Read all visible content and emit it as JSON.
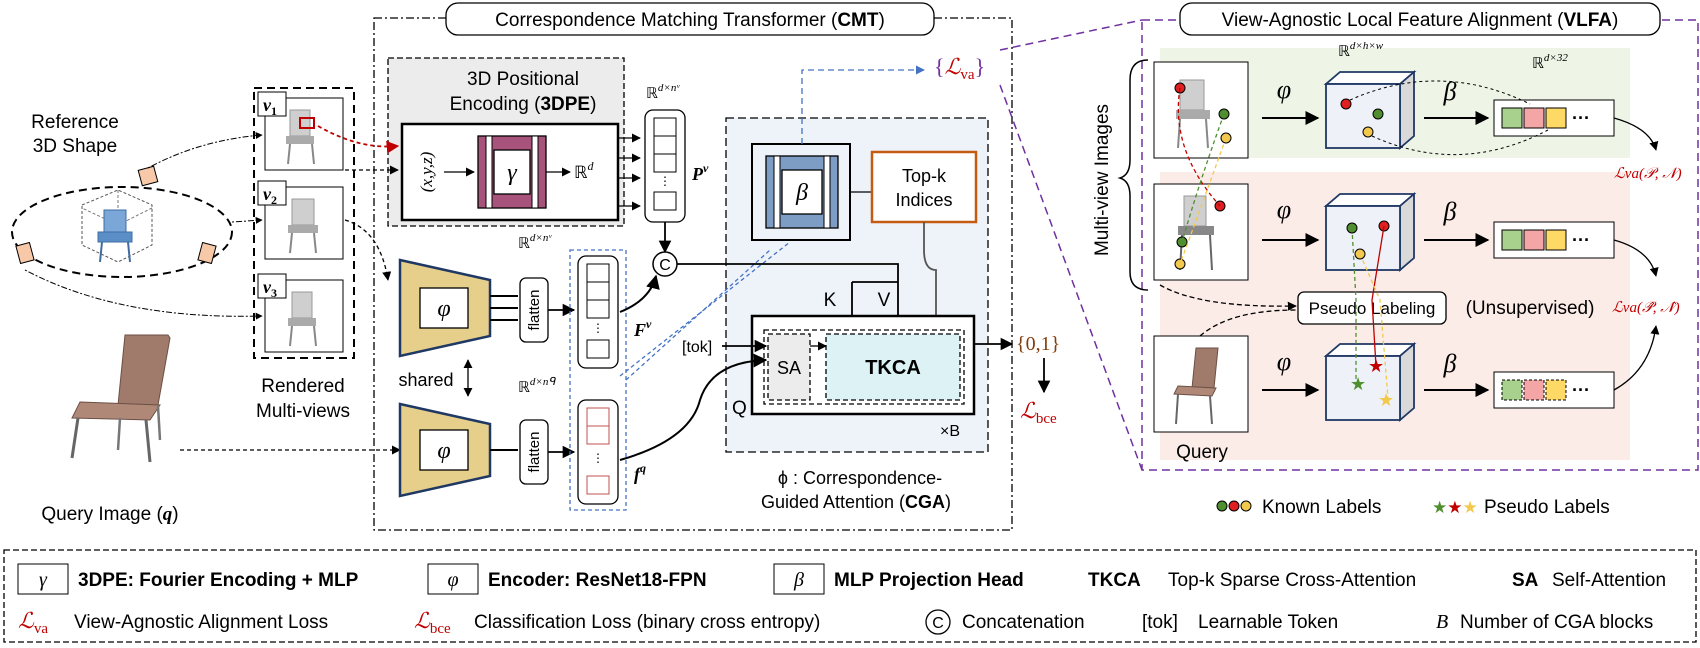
{
  "cmt": {
    "title_main": "Correspondence Matching Transformer (",
    "title_bold": "CMT",
    "title_end": ")"
  },
  "vlfa": {
    "title_main": "View-Agnostic Local Feature Alignment (",
    "title_bold": "VLFA",
    "title_end": ")"
  },
  "left": {
    "ref_line1": "Reference",
    "ref_line2": "3D Shape",
    "views": [
      "v1",
      "v2",
      "v3"
    ],
    "rendered_line1": "Rendered",
    "rendered_line2": "Multi-views",
    "shared": "shared",
    "query_main": "Query Image (",
    "query_sym": "q",
    "query_end": ")"
  },
  "dpe": {
    "line1": "3D Positional",
    "line2_main": "Encoding (",
    "line2_bold": "3DPE",
    "line2_end": ")",
    "xyz": "(x,y,z)",
    "gamma": "γ",
    "rd": "ℝ",
    "rd_sup": "d"
  },
  "features": {
    "pv_dim": "ℝ",
    "pv_dim_sup": "d×nᵛ",
    "pv": "P",
    "pv_sup": "v",
    "fv_dim": "ℝ",
    "fv_dim_sup": "d×nᵛ",
    "fv": "F",
    "fv_sup": "v",
    "fq_dim": "ℝ",
    "fq_dim_sup": "d×nᑫ",
    "fq": "f",
    "fq_sup": "q",
    "flatten": "flatten",
    "phi": "φ",
    "concat": "C"
  },
  "cga": {
    "beta": "β",
    "topk_line1": "Top-k",
    "topk_line2": "Indices",
    "K": "K",
    "V": "V",
    "Q": "Q",
    "tok": "[tok]",
    "sa": "SA",
    "tkca": "TKCA",
    "xb": "×B",
    "cap1": "ϕ : Correspondence-",
    "cap2_main": "Guided Attention (",
    "cap2_bold": "CGA",
    "cap2_end": ")"
  },
  "losses": {
    "lva": "ℒ",
    "lva_sub": "va",
    "out": "{0,1}",
    "lbce": "ℒ",
    "lbce_sub": "bce"
  },
  "vlfa_body": {
    "rdhw": "ℝ",
    "rdhw_sup": "d×h×w",
    "rd32": "ℝ",
    "rd32_sup": "d×32",
    "multiview": "Multi-view Images",
    "phi": "φ",
    "beta": "β",
    "dots": "···",
    "loss1": "ℒva(𝒫, 𝒩)",
    "loss2": "ℒva(𝒫̂, 𝒩̂)",
    "pseudo_labeling": "Pseudo Labeling",
    "unsupervised": "(Unsupervised)",
    "query": "Query",
    "known": "Known Labels",
    "pseudo": "Pseudo Labels"
  },
  "legend": {
    "gamma_sym": "γ",
    "gamma_text": "3DPE: Fourier Encoding + MLP",
    "phi_sym": "φ",
    "phi_text": "Encoder: ResNet18-FPN",
    "beta_sym": "β",
    "beta_text": "MLP Projection Head",
    "tkca_abbr": "TKCA",
    "tkca_text": "Top-k Sparse Cross-Attention",
    "sa_abbr": "SA",
    "sa_text": "Self-Attention",
    "lva_sym": "ℒ",
    "lva_sub": "va",
    "lva_text": "View-Agnostic Alignment Loss",
    "lbce_sym": "ℒ",
    "lbce_sub": "bce",
    "lbce_text": "Classification Loss (binary cross entropy)",
    "c_sym": "C",
    "c_text": "Concatenation",
    "tok_sym": "[tok]",
    "tok_text": "Learnable Token",
    "b_sym": "B",
    "b_text": "Number of CGA blocks"
  },
  "colors": {
    "red": "#c00000",
    "gold": "#e6cf8b",
    "purple": "#a8537c",
    "blue": "#7e9dc4",
    "orange": "#c55a11",
    "cyan": "#dcf2f5"
  }
}
